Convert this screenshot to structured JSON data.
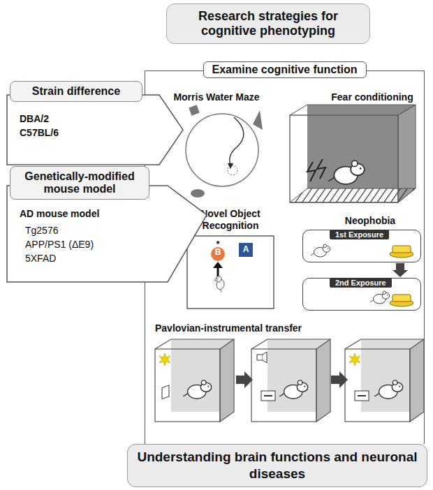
{
  "diagram": {
    "title": "Research strategies for cognitive phenotyping",
    "nodes": [
      {
        "text": [
          "Research strategies for cognitive phenotyping"
        ]
      },
      {
        "text": [
          "Strain difference",
          "DBA/2",
          "C57BL/6"
        ]
      },
      {
        "text": [
          "Genetically-modified mouse model",
          "AD mouse model",
          "Tg2576",
          "APP/PS1 (ΔE9)",
          "5XFAD"
        ]
      },
      {
        "text": [
          "Examine cognitive function"
        ]
      },
      {
        "text": [
          "1st Exposure"
        ],
        "in": 3
      },
      {
        "text": [
          "2nd Exposure"
        ],
        "in": 3
      },
      {
        "text": [
          "Understanding brain functions and neuronal diseases"
        ]
      }
    ],
    "edges": [
      {
        "from": 4,
        "to": 5,
        "arrow": "to"
      }
    ],
    "labels": [
      "Morris Water Maze",
      "Fear conditioning",
      "Novel Object Recognition",
      "*",
      "B",
      "A",
      "Neophobia",
      "Pavlovian-instrumental transfer"
    ]
  }
}
